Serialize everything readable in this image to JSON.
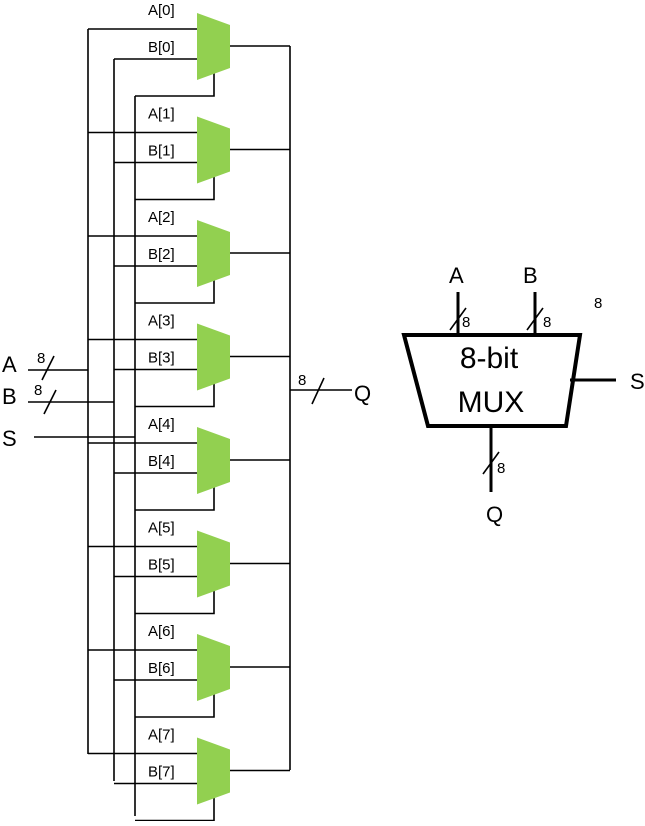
{
  "diagram": {
    "inputs": {
      "a": "A",
      "b": "B",
      "s": "S"
    },
    "output": "Q",
    "bus_width": "8",
    "mux_fill": "#92d050",
    "stages": [
      {
        "a": "A[0]",
        "b": "B[0]"
      },
      {
        "a": "A[1]",
        "b": "B[1]"
      },
      {
        "a": "A[2]",
        "b": "B[2]"
      },
      {
        "a": "A[3]",
        "b": "B[3]"
      },
      {
        "a": "A[4]",
        "b": "B[4]"
      },
      {
        "a": "A[5]",
        "b": "B[5]"
      },
      {
        "a": "A[6]",
        "b": "B[6]"
      },
      {
        "a": "A[7]",
        "b": "B[7]"
      }
    ]
  },
  "block": {
    "title_line1": "8-bit",
    "title_line2": "MUX",
    "a_label": "A",
    "b_label": "B",
    "s_label": "S",
    "q_label": "Q",
    "a_width": "8",
    "b_width": "8",
    "q_width": "8",
    "extra_width": "8"
  }
}
